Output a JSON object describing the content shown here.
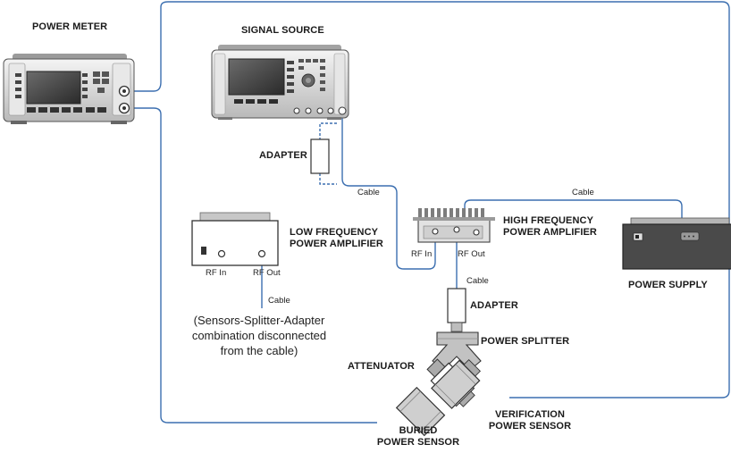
{
  "labels": {
    "power_meter": "POWER METER",
    "signal_source": "SIGNAL SOURCE",
    "adapter_top": "ADAPTER",
    "low_freq_amp": [
      "LOW FREQUENCY",
      "POWER AMPLIFIER"
    ],
    "high_freq_amp": [
      "HIGH FREQUENCY",
      "POWER AMPLIFIER"
    ],
    "power_supply": "POWER SUPPLY",
    "adapter_bottom": "ADAPTER",
    "power_splitter": "POWER SPLITTER",
    "attenuator": "ATTENUATOR",
    "buried_sensor": [
      "BURIED",
      "POWER SENSOR"
    ],
    "verification_sensor": [
      "VERIFICATION",
      "POWER SENSOR"
    ]
  },
  "ports": {
    "lf_rf_in": "RF In",
    "lf_rf_out": "RF Out",
    "hf_rf_in": "RF In",
    "hf_rf_out": "RF Out"
  },
  "cables": {
    "source_to_amp": "Cable",
    "amp_to_supply": "Cable",
    "amp_to_adapter": "Cable",
    "lf_amp": "Cable"
  },
  "note": [
    "(Sensors-Splitter-Adapter",
    "combination disconnected",
    "from the cable)"
  ],
  "colors": {
    "cable": "#3c6fb0",
    "device_body": "#d6d6d6",
    "device_dark": "#3c3c3c",
    "sensor": "#cdcdcd"
  }
}
